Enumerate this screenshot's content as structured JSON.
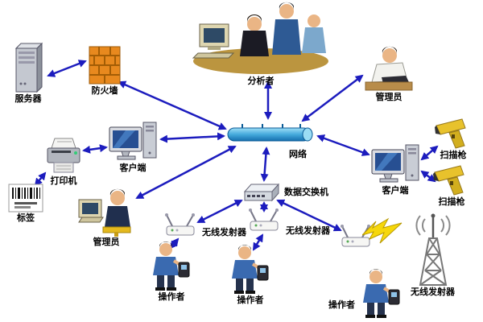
{
  "nodes": {
    "server": {
      "label": "服务器"
    },
    "firewall": {
      "label": "防火墙"
    },
    "analyst": {
      "label": "分析者"
    },
    "admin_top": {
      "label": "管理员"
    },
    "network": {
      "label": "网络"
    },
    "client_left": {
      "label": "客户端"
    },
    "printer": {
      "label": "打印机"
    },
    "tag": {
      "label": "标签"
    },
    "admin_left": {
      "label": "管理员"
    },
    "switch": {
      "label": "数据交换机"
    },
    "client_right": {
      "label": "客户端"
    },
    "scanner_top": {
      "label": "扫描枪"
    },
    "scanner_bottom": {
      "label": "扫描枪"
    },
    "wireless_left": {
      "label": "无线发射器"
    },
    "wireless_mid": {
      "label": "无线发射器"
    },
    "antenna": {
      "label": "无线发射器"
    },
    "operator_left": {
      "label": "操作者"
    },
    "operator_mid": {
      "label": "操作者"
    },
    "operator_right": {
      "label": "操作者"
    }
  },
  "edges": [
    {
      "from": "server",
      "to": "firewall"
    },
    {
      "from": "firewall",
      "to": "network"
    },
    {
      "from": "analyst",
      "to": "network"
    },
    {
      "from": "admin_top",
      "to": "network"
    },
    {
      "from": "network",
      "to": "client_left"
    },
    {
      "from": "client_left",
      "to": "printer"
    },
    {
      "from": "printer",
      "to": "tag"
    },
    {
      "from": "network",
      "to": "admin_left"
    },
    {
      "from": "network",
      "to": "switch"
    },
    {
      "from": "network",
      "to": "client_right"
    },
    {
      "from": "client_right",
      "to": "scanner_top"
    },
    {
      "from": "client_right",
      "to": "scanner_bottom"
    },
    {
      "from": "switch",
      "to": "wireless_left"
    },
    {
      "from": "switch",
      "to": "wireless_mid"
    },
    {
      "from": "switch",
      "to": "wireless_right"
    },
    {
      "from": "wireless_left",
      "to": "operator_left"
    },
    {
      "from": "wireless_mid",
      "to": "operator_mid"
    },
    {
      "from": "wireless_right",
      "to": "antenna",
      "via": "lightning"
    }
  ],
  "colors": {
    "arrow": "#1c1cbe",
    "firewall": "#e8891e",
    "network_pipe": "#2a8cc8",
    "scanner": "#e8c22c",
    "lightning": "#f6d70a"
  }
}
